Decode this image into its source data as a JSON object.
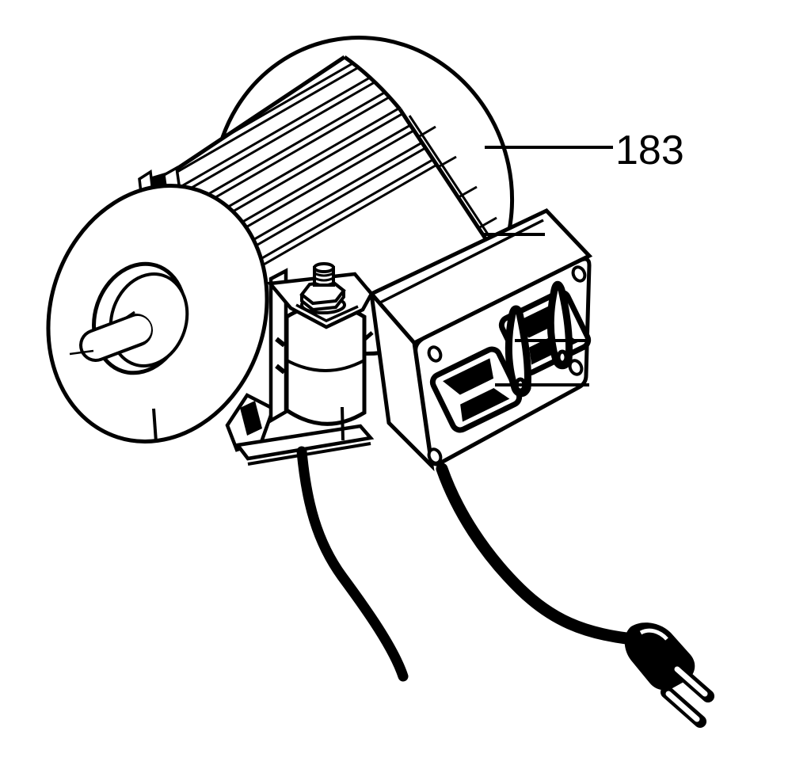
{
  "diagram": {
    "type": "parts-line-drawing",
    "subject": "Electric motor assembly with fan cover, capacitor, switch box, power cords and plug",
    "background_color": "#ffffff",
    "line_color": "#000000",
    "callouts": [
      {
        "label": "183",
        "target": "fan-cover"
      }
    ],
    "unlabeled_leaders": [
      {
        "target": "terminal-box-top"
      },
      {
        "target": "rocker-switch-upper"
      },
      {
        "target": "rocker-switch-lower"
      },
      {
        "target": "front-end-bell"
      },
      {
        "target": "capacitor"
      }
    ],
    "parts": [
      "fan-cover",
      "finned-motor-body",
      "front-end-bell",
      "shaft-hub",
      "motor-shaft",
      "top-clip",
      "terminal-box",
      "switch-plate",
      "rocker-switch-upper",
      "rocker-switch-lower",
      "switch-lock-loop-upper",
      "switch-lock-loop-lower",
      "capacitor",
      "capacitor-bracket",
      "mounting-foot",
      "power-cord-left",
      "power-cord-right",
      "power-plug"
    ]
  }
}
